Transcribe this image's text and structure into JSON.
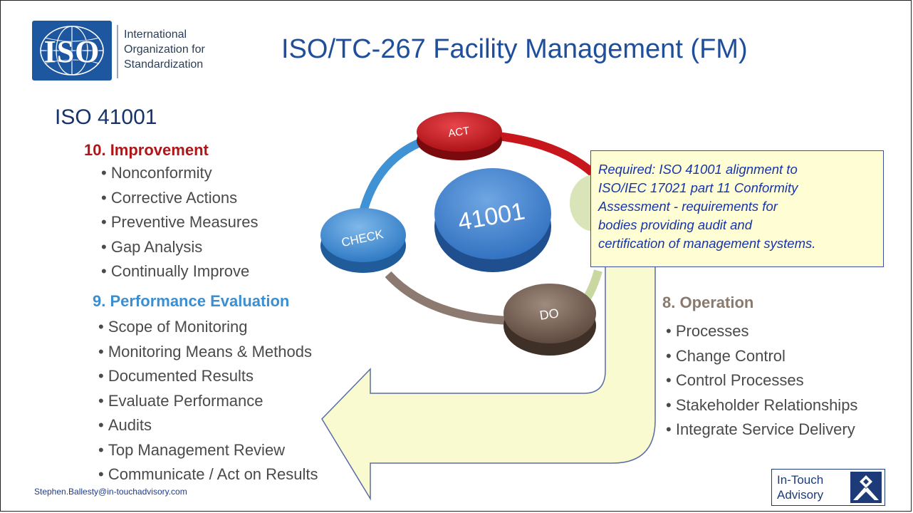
{
  "logo": {
    "acronym": "ISO",
    "org_lines": [
      "International",
      "Organization for",
      "Standardization"
    ]
  },
  "title": "ISO/TC-267 Facility Management (FM)",
  "standard": "ISO 41001",
  "cycle": {
    "center": "41001",
    "act": "ACT",
    "check": "CHECK",
    "do": "DO"
  },
  "improvement": {
    "heading": "10. Improvement",
    "items": [
      "Nonconformity",
      "Corrective Actions",
      "Preventive Measures",
      "Gap Analysis",
      "Continually Improve"
    ]
  },
  "performance": {
    "heading": "9. Performance Evaluation",
    "items": [
      "Scope of Monitoring",
      "Monitoring Means & Methods",
      "Documented Results",
      "Evaluate Performance",
      "Audits",
      "Top Management Review",
      "Communicate / Act on Results"
    ]
  },
  "operation": {
    "heading": "8. Operation",
    "items": [
      "Processes",
      "Change Control",
      "Control Processes",
      "Stakeholder Relationships",
      "Integrate Service Delivery"
    ]
  },
  "callout": {
    "lines": [
      "Required: ISO 41001 alignment to",
      "ISO/IEC 17021 part 11 Conformity",
      "Assessment - requirements for",
      "bodies providing audit and",
      "certification of management systems."
    ]
  },
  "footer": {
    "email": "Stephen.Ballesty@in-touchadvisory.com",
    "brand_lines": [
      "In-Touch",
      "Advisory"
    ]
  },
  "colors": {
    "title": "#1f4e9a",
    "improvement": "#b01518",
    "performance": "#3b8fd1",
    "operation": "#8a7a6e",
    "act": "#c4161c",
    "check": "#3a8fd0",
    "do": "#6b5548",
    "center": "#3a7fcf",
    "arrow_fill": "#fafad0"
  }
}
